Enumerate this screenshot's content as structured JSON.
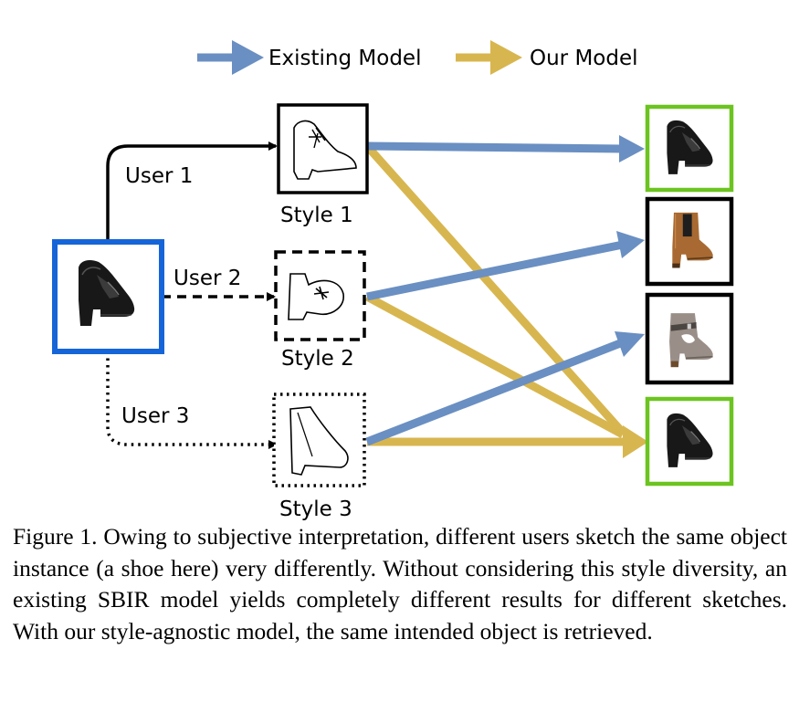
{
  "legend": {
    "existing_label": "Existing Model",
    "ours_label": "Our Model",
    "existing_color": "#6a8fc2",
    "ours_color": "#d8b64f"
  },
  "users": [
    "User 1",
    "User 2",
    "User 3"
  ],
  "styles": [
    "Style 1",
    "Style 2",
    "Style 3"
  ],
  "colors": {
    "query_border": "#1565d8",
    "correct_border": "#6cc420",
    "wrong_border": "#000000"
  },
  "caption": "Figure 1. Owing to subjective interpretation, different users sketch the same object instance (a shoe here) very differently. Without considering this style diversity, an existing SBIR model yields completely different results for different sketches. With our style-agnostic model, the same intended object is retrieved."
}
